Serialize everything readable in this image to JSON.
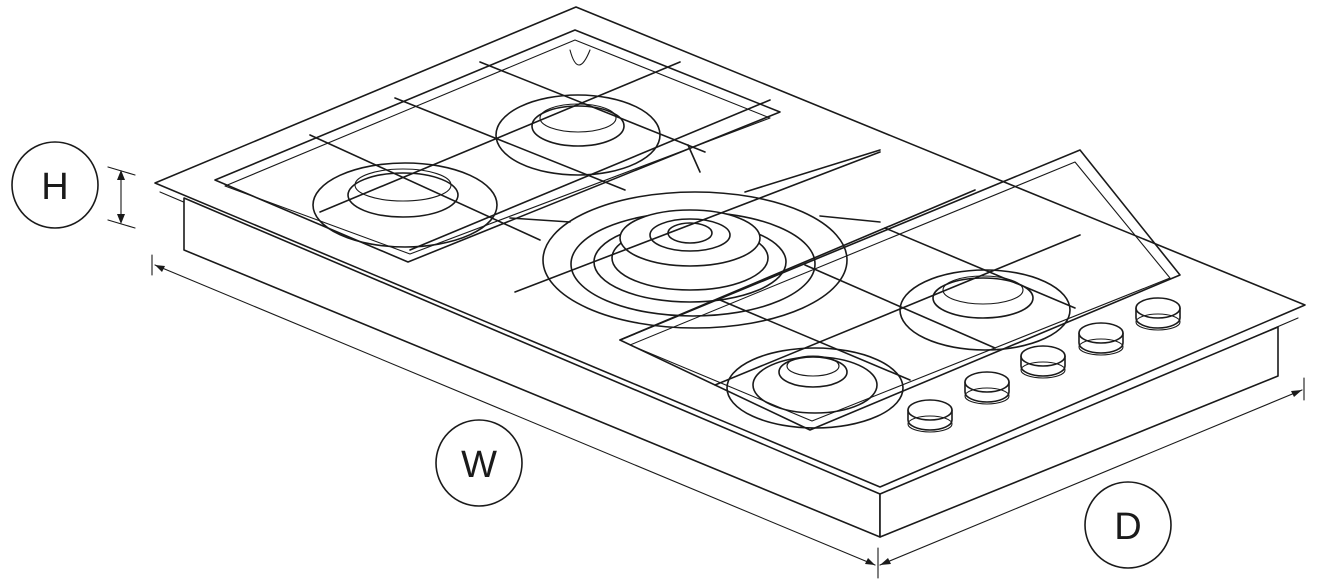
{
  "labels": {
    "height": "H",
    "width": "W",
    "depth": "D"
  },
  "appliance": {
    "burners": 5,
    "knobs": 5
  },
  "colors": {
    "line": "#1a1a1a",
    "background": "#ffffff"
  }
}
